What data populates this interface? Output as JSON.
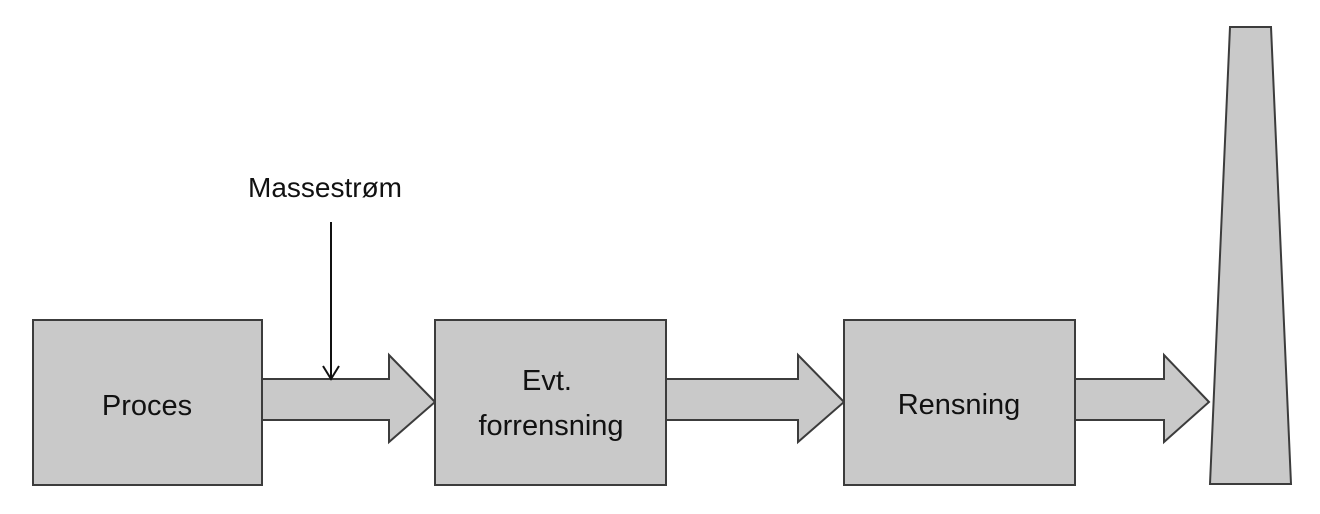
{
  "colors": {
    "box_fill": "#c9c9c9",
    "box_stroke": "#3c3c3c",
    "arrow_fill": "#c9c9c9",
    "line": "#111111"
  },
  "labels": {
    "flow_label": "Massestrøm",
    "process": "Proces",
    "pre_cleaning_line1": "Evt.",
    "pre_cleaning_line2": "forrensning",
    "cleaning": "Rensning"
  }
}
